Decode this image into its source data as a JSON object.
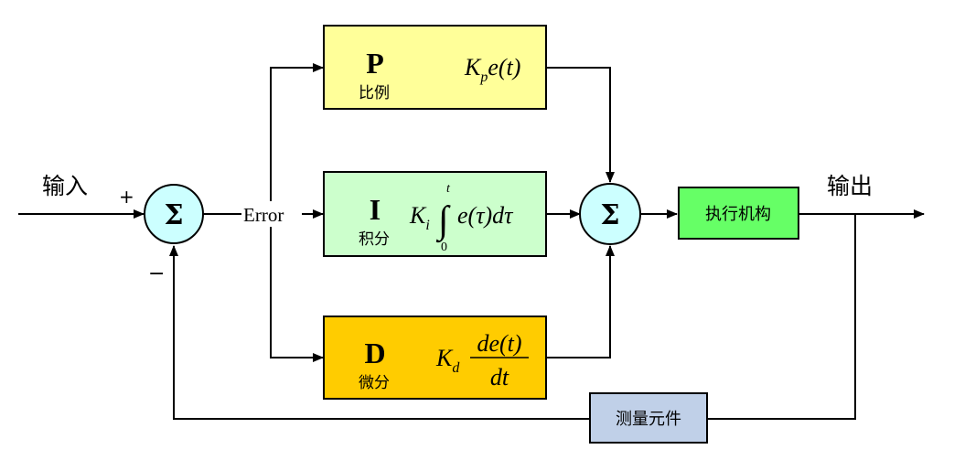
{
  "labels": {
    "input": "输入",
    "output": "输出",
    "plus": "+",
    "minus": "−",
    "error": "Error",
    "sigma": "Σ",
    "actuator": "执行机构",
    "sensor": "测量元件"
  },
  "blocks": {
    "p": {
      "letter": "P",
      "name": "比例",
      "K": "K",
      "sub": "p",
      "expr": "e(t)"
    },
    "i": {
      "letter": "I",
      "name": "积分",
      "K": "K",
      "sub": "i",
      "integral": "∫",
      "upper": "t",
      "lower": "0",
      "expr": "e(τ)dτ"
    },
    "d": {
      "letter": "D",
      "name": "微分",
      "K": "K",
      "sub": "d",
      "numerator": "de(t)",
      "denominator": "dt"
    }
  },
  "colors": {
    "p_block": "#FFFF99",
    "i_block": "#CCFFCC",
    "d_block": "#FFCC00",
    "summer": "#CCFFFF",
    "actuator": "#66FF66",
    "sensor": "#C0D0E8"
  }
}
